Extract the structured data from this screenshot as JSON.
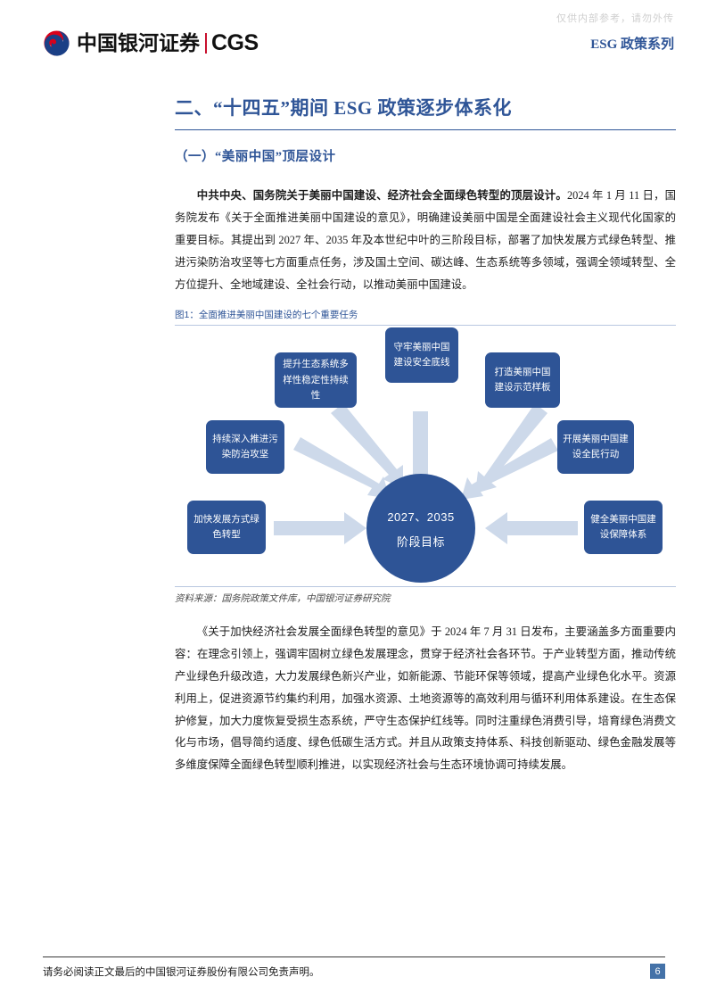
{
  "header": {
    "watermark": "仅供内部参考，请勿外传",
    "logo_cn": "中国银河证券",
    "logo_en": "CGS",
    "series_label": "ESG 政策系列"
  },
  "section": {
    "title": "二、“十四五”期间 ESG 政策逐步体系化",
    "subtitle": "（一）“美丽中国”顶层设计"
  },
  "paragraphs": {
    "p1_lead": "中共中央、国务院关于美丽中国建设、经济社会全面绿色转型的顶层设计。",
    "p1_rest": "2024 年 1 月 11 日，国务院发布《关于全面推进美丽中国建设的意见》，明确建设美丽中国是全面建设社会主义现代化国家的重要目标。其提出到 2027 年、2035 年及本世纪中叶的三阶段目标，部署了加快发展方式绿色转型、推进污染防治攻坚等七方面重点任务，涉及国土空间、碳达峰、生态系统等多领域，强调全领域转型、全方位提升、全地域建设、全社会行动，以推动美丽中国建设。",
    "p2": "《关于加快经济社会发展全面绿色转型的意见》于 2024 年 7 月 31 日发布，主要涵盖多方面重要内容：在理念引领上，强调牢固树立绿色发展理念，贯穿于经济社会各环节。于产业转型方面，推动传统产业绿色升级改造，大力发展绿色新兴产业，如新能源、节能环保等领域，提高产业绿色化水平。资源利用上，促进资源节约集约利用，加强水资源、土地资源等的高效利用与循环利用体系建设。在生态保护修复，加大力度恢复受损生态系统，严守生态保护红线等。同时注重绿色消费引导，培育绿色消费文化与市场，倡导简约适度、绿色低碳生活方式。并且从政策支持体系、科技创新驱动、绿色金融发展等多维度保障全面绿色转型顺利推进，以实现经济社会与生态环境协调可持续发展。"
  },
  "figure": {
    "caption": "图1：全面推进美丽中国建设的七个重要任务",
    "source": "资料来源：国务院政策文件库，中国银河证券研究院",
    "hub_line1": "2027、2035",
    "hub_line2": "阶段目标",
    "nodes": [
      {
        "id": "node-top",
        "label": "守牢美丽中国建设安全底线"
      },
      {
        "id": "node-top-left",
        "label": "提升生态系统多样性稳定性持续性"
      },
      {
        "id": "node-top-right",
        "label": "打造美丽中国建设示范样板"
      },
      {
        "id": "node-left",
        "label": "持续深入推进污染防治攻坚"
      },
      {
        "id": "node-right",
        "label": "开展美丽中国建设全民行动"
      },
      {
        "id": "node-bottom-left",
        "label": "加快发展方式绿色转型"
      },
      {
        "id": "node-bottom-right",
        "label": "健全美丽中国建设保障体系"
      }
    ],
    "colors": {
      "node_fill": "#2e5496",
      "arrow_fill": "#cdd9ea",
      "accent": "#2f5597"
    }
  },
  "footer": {
    "disclaimer": "请务必阅读正文最后的中国银河证券股份有限公司免责声明。",
    "page_number": "6"
  }
}
